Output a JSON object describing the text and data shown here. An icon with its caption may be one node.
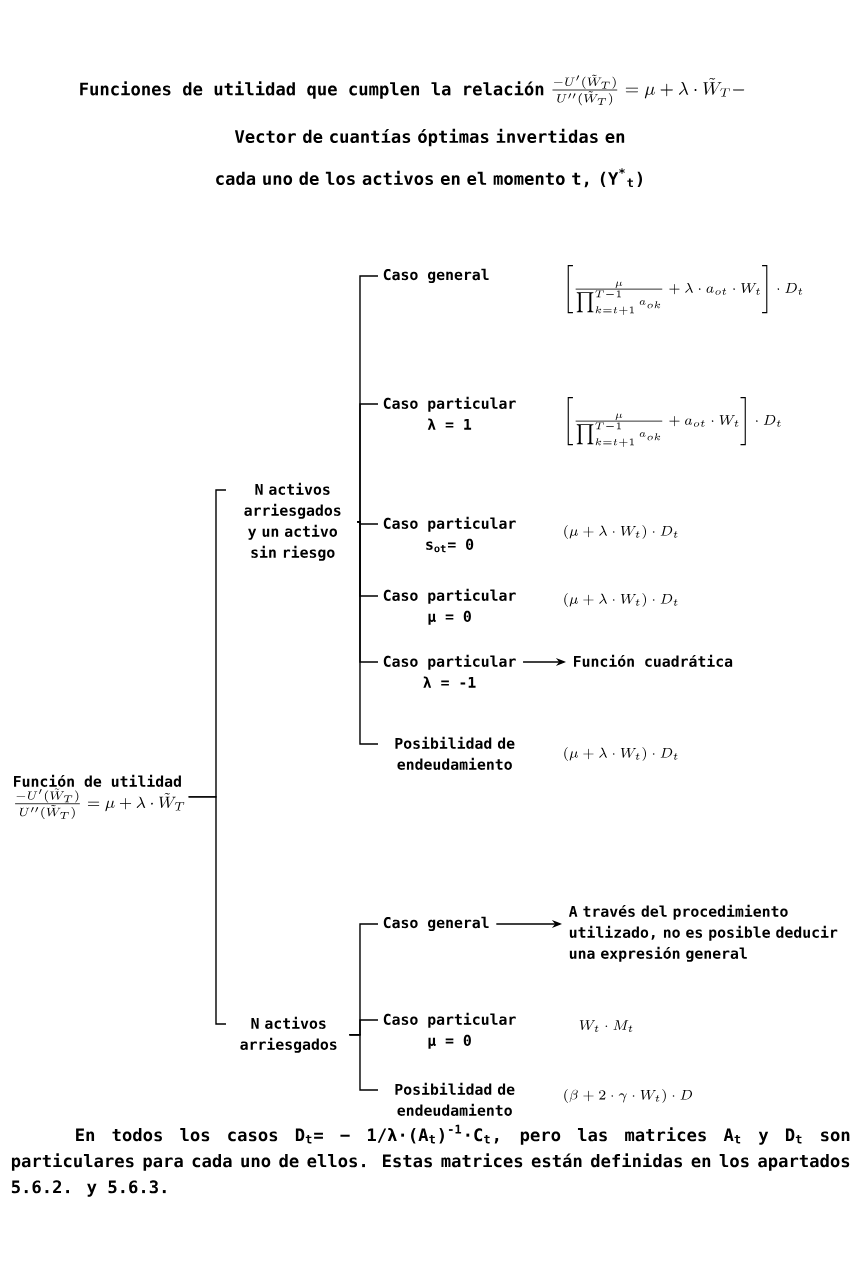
{
  "diagram": {
    "title": "Funciones de utilidad que cumplen la relación",
    "nodes": [
      {
        "text": [
          "Función de utilidad",
          "\\frac{-U'(\\tilde{W}_T)}{U''(\\tilde{W}_T)} = \\mu+\\lambda\\cdot\\tilde{W}_T"
        ]
      },
      {
        "text": [
          "N activos arriesgados y un activo sin riesgo"
        ]
      },
      {
        "text": [
          "Caso general"
        ],
        "beside": [
          "\\left[\\frac{\\mu}{\\prod_{k=t+1}^{T-1} a_{ok}} + \\lambda\\cdot a_{ot}\\cdot W_t\\right]\\cdot D_t"
        ]
      },
      {
        "text": [
          "Caso particular",
          "λ = 1"
        ],
        "beside": [
          "\\left[\\frac{\\mu}{\\prod_{k=t+1}^{T-1} a_{ok}} + a_{ot}\\cdot W_t\\right]\\cdot D_t"
        ]
      },
      {
        "text": [
          "Caso particular",
          "s$_{ot}$= 0"
        ],
        "beside": [
          "(\\mu + \\lambda\\cdot W_t)\\cdot D_t"
        ]
      },
      {
        "text": [
          "Caso particular",
          "μ = 0"
        ],
        "beside": [
          "(\\mu + \\lambda\\cdot W_t)\\cdot D_t"
        ]
      },
      {
        "text": [
          "Caso particular",
          "λ = -1"
        ]
      },
      {
        "text": [
          "Función cuadrática"
        ]
      },
      {
        "text": [
          "Posibilidad de endeudamiento"
        ],
        "beside": [
          "(\\mu + \\lambda\\cdot W_t)\\cdot D_t"
        ]
      },
      {
        "text": [
          "N activos arriesgados"
        ]
      },
      {
        "text": [
          "Caso general"
        ]
      },
      {
        "text": [
          "A través del procedimiento utilizado, no es posible deducir una expresión general"
        ]
      },
      {
        "text": [
          "Caso particular",
          "μ = 0"
        ],
        "beside": [
          "W_t\\cdot M_t"
        ]
      },
      {
        "text": [
          "Posibilidad de endeudamiento"
        ],
        "beside": [
          "(\\beta + 2\\cdot\\gamma\\cdot W_t)\\cdot D"
        ]
      }
    ],
    "edges": [
      {
        "from": 0,
        "to": 1,
        "arrow": "none"
      },
      {
        "from": 0,
        "to": 9,
        "arrow": "none"
      },
      {
        "from": 1,
        "to": 2,
        "arrow": "none"
      },
      {
        "from": 1,
        "to": 3,
        "arrow": "none"
      },
      {
        "from": 1,
        "to": 4,
        "arrow": "none"
      },
      {
        "from": 1,
        "to": 5,
        "arrow": "none"
      },
      {
        "from": 1,
        "to": 6,
        "arrow": "none"
      },
      {
        "from": 1,
        "to": 8,
        "arrow": "none"
      },
      {
        "from": 6,
        "to": 7,
        "arrow": "to"
      },
      {
        "from": 9,
        "to": 10,
        "arrow": "none"
      },
      {
        "from": 9,
        "to": 12,
        "arrow": "none"
      },
      {
        "from": 9,
        "to": 13,
        "arrow": "none"
      },
      {
        "from": 10,
        "to": 11,
        "arrow": "to"
      }
    ],
    "labels": [
      "\\frac{-U'(\\tilde{W}_T)}{U''(\\tilde{W}_T)} = \\mu+\\lambda\\cdot\\tilde{W}_T -",
      "Vector de cuantías óptimas invertidas en cada uno de los activos en el momento t, (Y$^{*}$$_{t}$)"
    ],
    "caption": "En todos los casos D$_{t}$= − 1/λ·(A$_{t}$)$^{-1}$·C$_{t}$, pero las matrices A$_{t}$ y D$_{t}$ son particulares para cada uno de ellos. Estas matrices están definidas en los apartados 5.6.2. y 5.6.3."
  }
}
